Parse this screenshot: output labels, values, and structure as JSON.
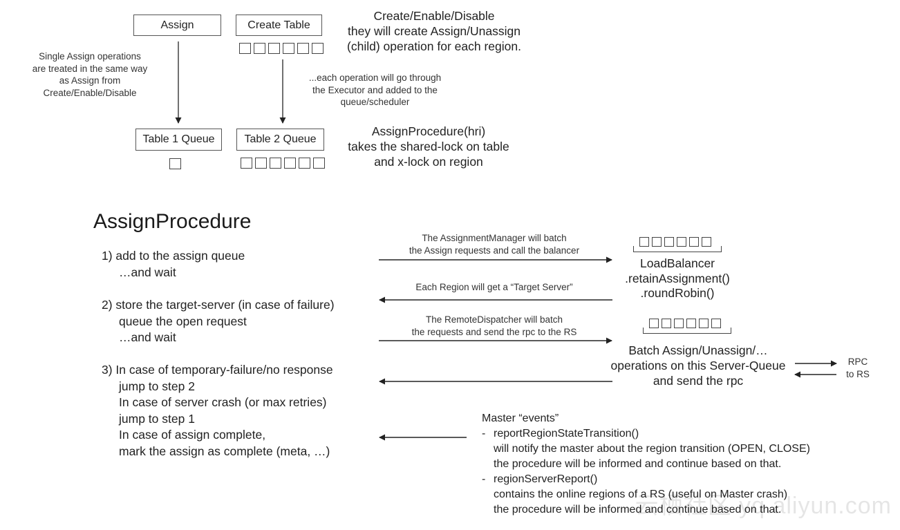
{
  "top": {
    "assign_box": "Assign",
    "create_table_box": "Create Table",
    "table1_queue_box": "Table 1 Queue",
    "table2_queue_box": "Table 2 Queue",
    "heading_lines": [
      "Create/Enable/Disable",
      "they will create Assign/Unassign",
      "(child) operation for each region."
    ],
    "single_assign_note": [
      "Single Assign operations",
      "are treated in the same way",
      "as Assign from",
      "Create/Enable/Disable"
    ],
    "executor_note": [
      "...each operation will go through",
      "the Executor and added to the",
      "queue/scheduler"
    ],
    "procedure_lines": [
      "AssignProcedure(hri)",
      "takes the shared-lock on table",
      "and x-lock on region"
    ]
  },
  "bottom": {
    "title": "AssignProcedure",
    "step1": [
      "1)  add to the assign queue",
      "…and wait"
    ],
    "step2": [
      "2)  store the target-server (in case of failure)",
      "queue the open request",
      "…and wait"
    ],
    "step3": [
      "3)  In case of temporary-failure/no response",
      "jump to step 2",
      "In case of server crash (or max retries)",
      "jump to step 1",
      "In case of assign complete,",
      "mark the assign as complete (meta, …)"
    ],
    "arrow1_label": [
      "The AssignmentManager will batch",
      "the Assign requests and call the balancer"
    ],
    "arrow2_label": "Each Region will get a “Target Server”",
    "arrow3_label": [
      "The RemoteDispatcher will batch",
      "the requests and send the rpc to the RS"
    ],
    "load_balancer": [
      "LoadBalancer",
      ".retainAssignment()",
      ".roundRobin()"
    ],
    "batch_assign": [
      "Batch Assign/Unassign/…",
      "operations on this Server-Queue",
      "and send the rpc"
    ],
    "rpc_label": [
      "RPC",
      "to RS"
    ],
    "master_events": {
      "title": "Master “events”",
      "items": [
        {
          "name": "reportRegionStateTransition()",
          "lines": [
            "will notify the master about the region transition (OPEN, CLOSE)",
            "the procedure will be informed and continue based on that."
          ]
        },
        {
          "name": "regionServerReport()",
          "lines": [
            "contains the online regions of a RS (useful on Master crash)",
            "the procedure will be informed and continue based on that."
          ]
        }
      ]
    }
  },
  "watermark": "云栖社区 yq.aliyun.com"
}
